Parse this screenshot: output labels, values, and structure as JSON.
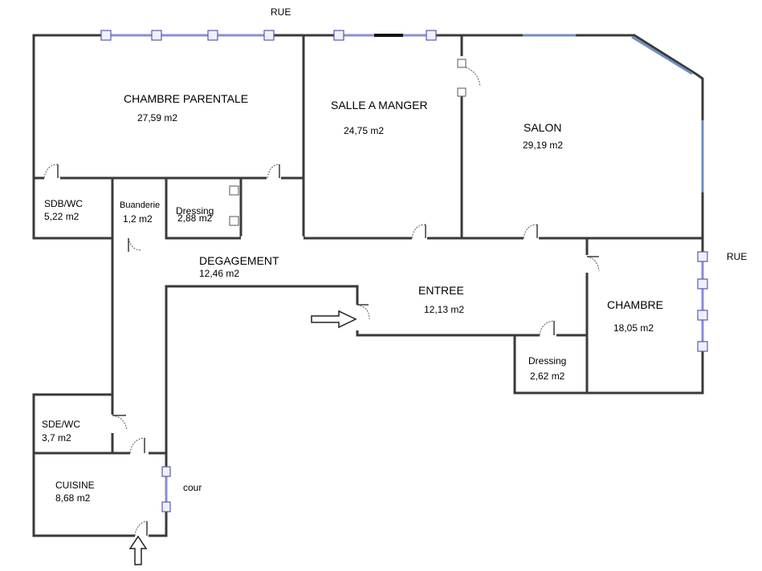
{
  "street_labels": {
    "top": "RUE",
    "right": "RUE"
  },
  "courtyard_label": "cour",
  "rooms": {
    "chambre_parentale": {
      "name": "CHAMBRE PARENTALE",
      "area": "27,59 m2"
    },
    "salle_a_manger": {
      "name": "SALLE A MANGER",
      "area": "24,75 m2"
    },
    "salon": {
      "name": "SALON",
      "area": "29,19 m2"
    },
    "sdb_wc": {
      "name": "SDB/WC",
      "area": "5,22 m2"
    },
    "buanderie": {
      "name": "Buanderie",
      "area": "1,2 m2"
    },
    "dressing_1": {
      "name": "Dressing",
      "area": "2,88 m2"
    },
    "degagement": {
      "name": "DEGAGEMENT",
      "area": "12,46 m2"
    },
    "entree": {
      "name": "ENTREE",
      "area": "12,13 m2"
    },
    "chambre": {
      "name": "CHAMBRE",
      "area": "18,05 m2"
    },
    "dressing_2": {
      "name": "Dressing",
      "area": "2,62 m2"
    },
    "sde_wc": {
      "name": "SDE/WC",
      "area": "3,7 m2"
    },
    "cuisine": {
      "name": "CUISINE",
      "area": "8,68 m2"
    }
  },
  "colors": {
    "wall": "#3a3a3a",
    "window": "#8c8cd8",
    "bay_window": "#6f8fbf"
  },
  "icons": [
    "entry-arrow-icon",
    "door-swing-icon",
    "window-icon"
  ]
}
